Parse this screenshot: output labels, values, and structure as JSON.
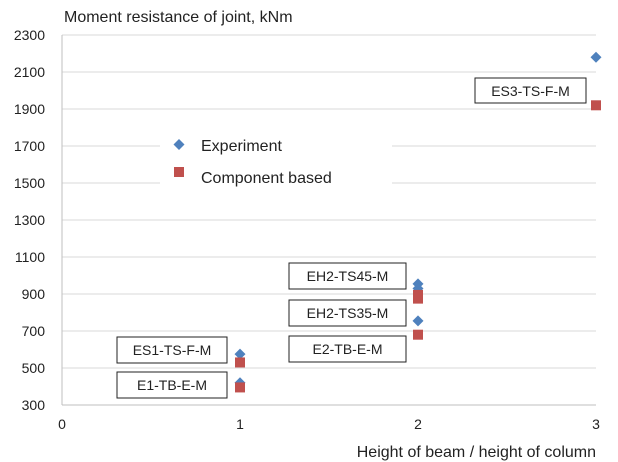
{
  "chart_data": {
    "type": "scatter",
    "ylabel": "Moment resistance of joint, kNm",
    "xlabel": "Height of beam / height of column",
    "xlim": [
      0,
      3
    ],
    "ylim": [
      300,
      2300
    ],
    "x_ticks": [
      0,
      1,
      2,
      3
    ],
    "y_ticks": [
      300,
      500,
      700,
      900,
      1100,
      1300,
      1500,
      1700,
      1900,
      2100,
      2300
    ],
    "grid": "horizontal",
    "legend_position": "upper-left",
    "series": [
      {
        "name": "Experiment",
        "marker": "diamond",
        "color": "#4f81bd",
        "points": [
          {
            "x": 1,
            "y": 575
          },
          {
            "x": 1,
            "y": 420
          },
          {
            "x": 2,
            "y": 955
          },
          {
            "x": 2,
            "y": 930
          },
          {
            "x": 2,
            "y": 755
          },
          {
            "x": 3,
            "y": 2180
          }
        ]
      },
      {
        "name": "Component based",
        "marker": "square",
        "color": "#c0504d",
        "points": [
          {
            "x": 1,
            "y": 530
          },
          {
            "x": 1,
            "y": 395
          },
          {
            "x": 2,
            "y": 895
          },
          {
            "x": 2,
            "y": 875
          },
          {
            "x": 2,
            "y": 680
          },
          {
            "x": 3,
            "y": 1920
          }
        ]
      }
    ],
    "annotations": [
      {
        "text": "ES3-TS-F-M"
      },
      {
        "text": "EH2-TS45-M"
      },
      {
        "text": "EH2-TS35-M"
      },
      {
        "text": "E2-TB-E-M"
      },
      {
        "text": "ES1-TS-F-M"
      },
      {
        "text": "E1-TB-E-M"
      }
    ]
  }
}
